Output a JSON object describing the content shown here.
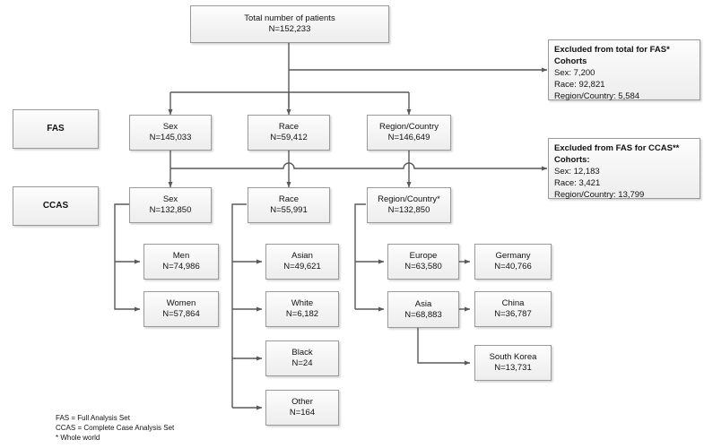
{
  "diagram": {
    "title_box": {
      "name": "total-patients",
      "line1": "Total number of patients",
      "line2": "N=152,233"
    },
    "group_labels": [
      {
        "name": "fas",
        "text": "FAS"
      },
      {
        "name": "ccas",
        "text": "CCAS"
      }
    ],
    "fas_row": [
      {
        "name": "fas-sex",
        "line1": "Sex",
        "line2": "N=145,033"
      },
      {
        "name": "fas-race",
        "line1": "Race",
        "line2": "N=59,412"
      },
      {
        "name": "fas-region",
        "line1": "Region/Country",
        "line2": "N=146,649"
      }
    ],
    "ccas_row": [
      {
        "name": "ccas-sex",
        "line1": "Sex",
        "line2": "N=132,850"
      },
      {
        "name": "ccas-race",
        "line1": "Race",
        "line2": "N=55,991"
      },
      {
        "name": "ccas-region",
        "line1": "Region/Country*",
        "line2": "N=132,850"
      }
    ],
    "sex_children": [
      {
        "name": "men",
        "line1": "Men",
        "line2": "N=74,986"
      },
      {
        "name": "women",
        "line1": "Women",
        "line2": "N=57,864"
      }
    ],
    "race_children": [
      {
        "name": "asian",
        "line1": "Asian",
        "line2": "N=49,621"
      },
      {
        "name": "white",
        "line1": "White",
        "line2": "N=6,182"
      },
      {
        "name": "black",
        "line1": "Black",
        "line2": "N=24"
      },
      {
        "name": "other",
        "line1": "Other",
        "line2": "N=164"
      }
    ],
    "region_children": [
      {
        "name": "europe",
        "line1": "Europe",
        "line2": "N=63,580"
      },
      {
        "name": "asia",
        "line1": "Asia",
        "line2": "N=68,883"
      }
    ],
    "country_children": [
      {
        "name": "germany",
        "line1": "Germany",
        "line2": "N=40,766"
      },
      {
        "name": "china",
        "line1": "China",
        "line2": "N=36,787"
      },
      {
        "name": "south-korea",
        "line1": "South Korea",
        "line2": "N=13,731"
      }
    ],
    "excluded_boxes": [
      {
        "name": "excluded-total-for-fas",
        "head1": "Excluded from total for FAS*",
        "head2": "Cohorts",
        "rows": [
          "Sex: 7,200",
          "Race: 92,821",
          "Region/Country: 5,584"
        ]
      },
      {
        "name": "excluded-fas-for-ccas",
        "head1": "Excluded from FAS for CCAS**",
        "head2": "Cohorts:",
        "rows": [
          "Sex: 12,183",
          "Race: 3,421",
          "Region/Country: 13,799"
        ]
      }
    ],
    "footnotes": [
      "FAS = Full Analysis Set",
      "CCAS = Complete Case Analysis Set",
      "* Whole world"
    ],
    "colors": {
      "box_border": "#9a9a9a",
      "box_fill": "#f4f4f4",
      "connector": "#595959",
      "text": "#111111",
      "page_background": "#ffffff"
    }
  }
}
